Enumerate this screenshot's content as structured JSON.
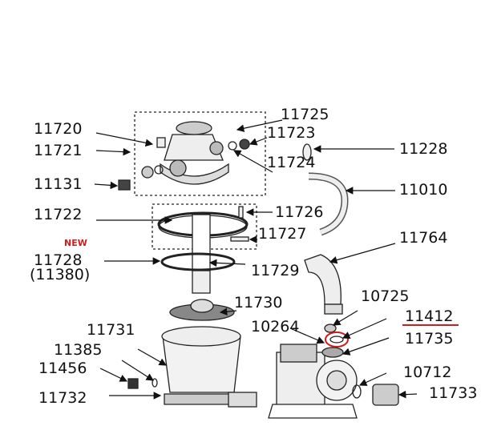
{
  "diagram": {
    "type": "exploded-parts-diagram",
    "accent_color": "#d01c1c",
    "new_badge": "NEW",
    "labels": {
      "p11725": "11725",
      "p11720": "11720",
      "p11723": "11723",
      "p11721": "11721",
      "p11228": "11228",
      "p11724": "11724",
      "p11131": "11131",
      "p11010": "11010",
      "p11722": "11722",
      "p11726": "11726",
      "p11727": "11727",
      "p11764": "11764",
      "p11728": "11728",
      "p11380": "(11380)",
      "p11729": "11729",
      "p11730": "11730",
      "p10725": "10725",
      "p11412": "11412",
      "p11731": "11731",
      "p10264": "10264",
      "p11735": "11735",
      "p11385": "11385",
      "p11456": "11456",
      "p10712": "10712",
      "p11732": "11732",
      "p11733": "11733"
    }
  }
}
